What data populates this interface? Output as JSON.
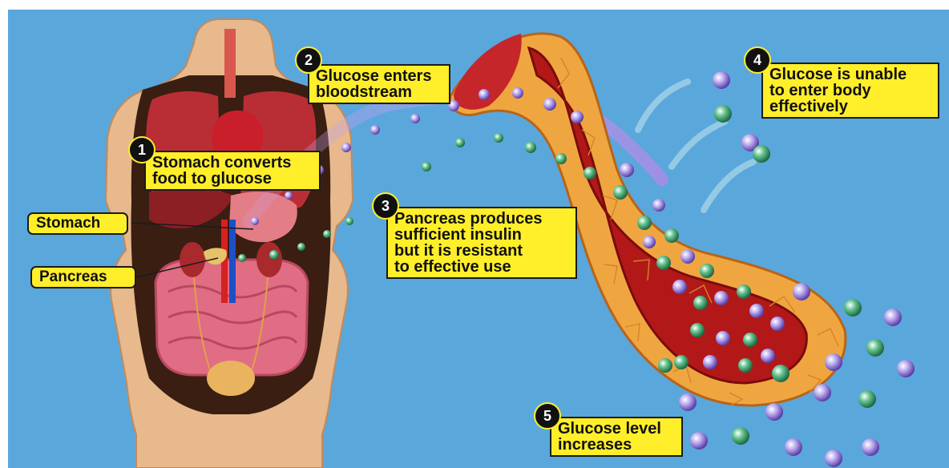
{
  "steps": [
    {
      "number": "1",
      "text": "Stomach converts\nfood to glucose"
    },
    {
      "number": "2",
      "text": "Glucose enters\nbloodstream"
    },
    {
      "number": "3",
      "text": "Pancreas produces\nsufficient insulin\nbut it is resistant\nto effective use"
    },
    {
      "number": "4",
      "text": "Glucose is unable\nto enter body\neffectively"
    },
    {
      "number": "5",
      "text": "Glucose level\nincreases"
    }
  ],
  "organ_labels": {
    "stomach": "Stomach",
    "pancreas": "Pancreas"
  },
  "colors": {
    "background": "#5aa7dc",
    "label_fill": "#ffee2a",
    "skin": "#e7b98c",
    "vessel_wall": "#f0a640",
    "blood": "#b21818",
    "glucose_purple": "#a997e6",
    "insulin_green": "#3e9a6a"
  }
}
